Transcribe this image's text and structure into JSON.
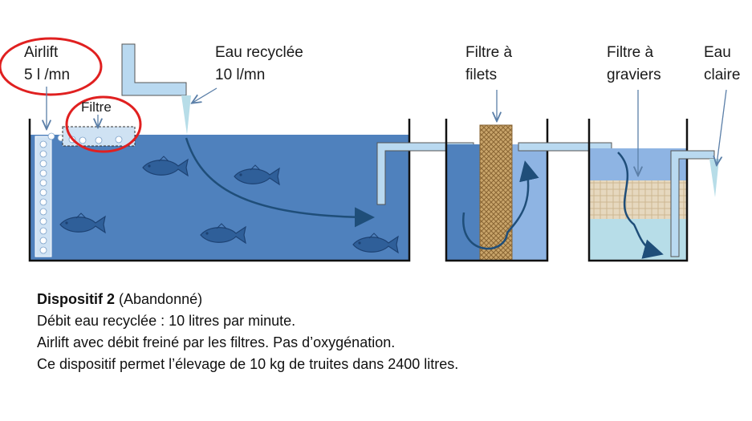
{
  "labels": {
    "airlift_line1": "Airlift",
    "airlift_line2": "5 l /mn",
    "filtre": "Filtre",
    "eau_recyclee_line1": "Eau recyclée",
    "eau_recyclee_line2": "10 l/mn",
    "filtre_filets_line1": "Filtre à",
    "filtre_filets_line2": "filets",
    "filtre_graviers_line1": "Filtre à",
    "filtre_graviers_line2": "graviers",
    "eau_claire_line1": "Eau",
    "eau_claire_line2": "claire"
  },
  "caption": {
    "title_bold": "Dispositif 2",
    "title_rest": " (Abandonné)",
    "line2": "Débit eau recyclée : 10 litres par minute.",
    "line3": "Airlift avec débit freiné par les filtres. Pas d’oxygénation.",
    "line4": "Ce dispositif permet l’élevage de 10 kg de truites dans 2400 litres."
  },
  "colors": {
    "water_dark": "#4f81bd",
    "water_mid": "#8eb4e3",
    "water_light": "#b7dde8",
    "highlight_circle": "#e02020",
    "pipe_fill": "#b9d9f0"
  }
}
